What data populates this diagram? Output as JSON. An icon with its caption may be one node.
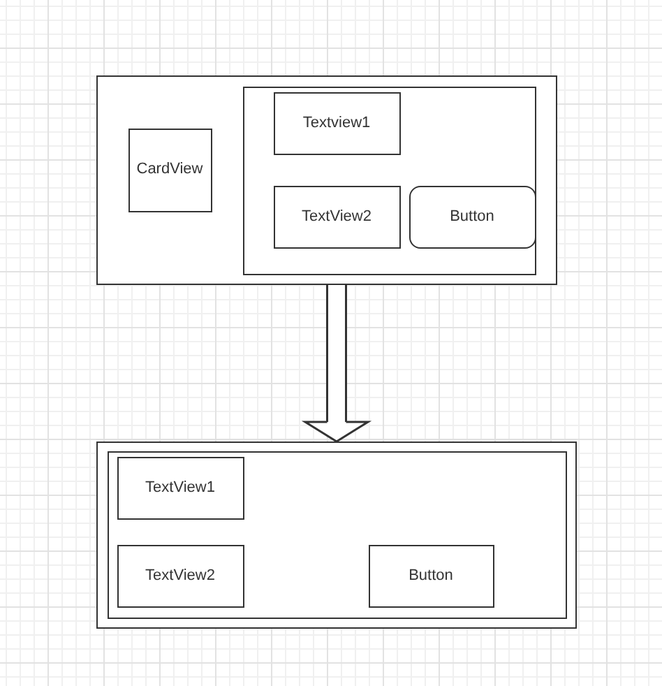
{
  "diagram": {
    "nodes": [
      {
        "text": [],
        "shape": "box"
      },
      {
        "text": [
          "CardView"
        ],
        "in": 0
      },
      {
        "text": [],
        "shape": "box",
        "in": 0
      },
      {
        "text": [
          "Textview1"
        ],
        "in": 2
      },
      {
        "text": [
          "TextView2"
        ],
        "in": 2
      },
      {
        "text": [
          "Button"
        ],
        "in": 2
      },
      {
        "text": [],
        "shape": "box"
      },
      {
        "text": [],
        "shape": "box",
        "in": 6
      },
      {
        "text": [
          "TextView1"
        ],
        "in": 7
      },
      {
        "text": [
          "TextView2"
        ],
        "in": 7
      },
      {
        "text": [
          "Button"
        ],
        "in": 7
      }
    ],
    "edges": [
      {
        "from": 0,
        "to": 6,
        "arrow": "to"
      }
    ]
  }
}
